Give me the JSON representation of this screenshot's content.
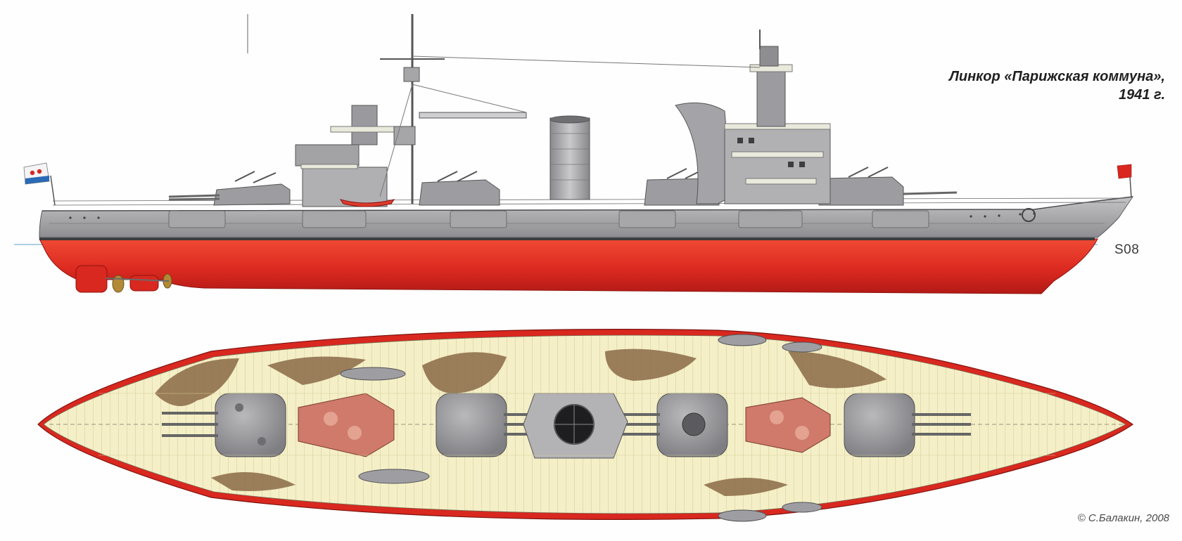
{
  "caption": {
    "title_line1": "Линкор «Парижская коммуна»,",
    "title_line2": "1941 г."
  },
  "side_view": {
    "hull_number": "Ѕ08"
  },
  "credits": {
    "copyright": "© С.Балакин, 2008"
  },
  "colors": {
    "hull_red": "#dd2c22",
    "superstructure_grey": "#a6a6a8",
    "deck_planking": "#f2ecc0",
    "camouflage_brown": "#8a6a45",
    "waterline_blue": "#7fb2cf"
  },
  "icons": {
    "naval_ensign": "flag-icon",
    "jack": "flag-icon"
  }
}
